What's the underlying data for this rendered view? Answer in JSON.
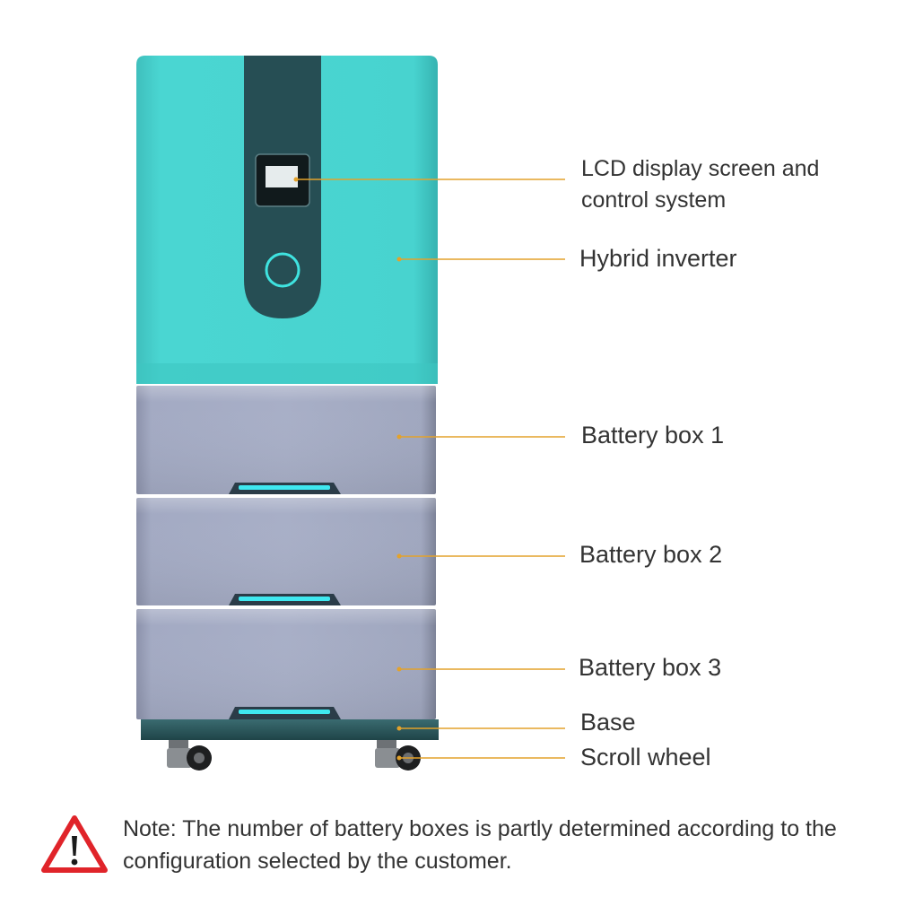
{
  "callouts": {
    "lcd_line1": "LCD display screen and",
    "lcd_line2": "control system",
    "hybrid_inverter": "Hybrid inverter",
    "battery_box_1": "Battery box 1",
    "battery_box_2": "Battery box 2",
    "battery_box_3": "Battery box 3",
    "base": "Base",
    "scroll_wheel": "Scroll wheel"
  },
  "note": {
    "text": "Note: The number of battery boxes is partly determined according to the configuration selected by the customer.",
    "icon": "warning-triangle-icon"
  },
  "colors": {
    "inverter_teal": "#45d1cd",
    "panel_dark": "#264e54",
    "battery_grey": "#9ea5be",
    "leader_line": "#e3a22b",
    "warning_red": "#e0242a",
    "text": "#333333"
  }
}
